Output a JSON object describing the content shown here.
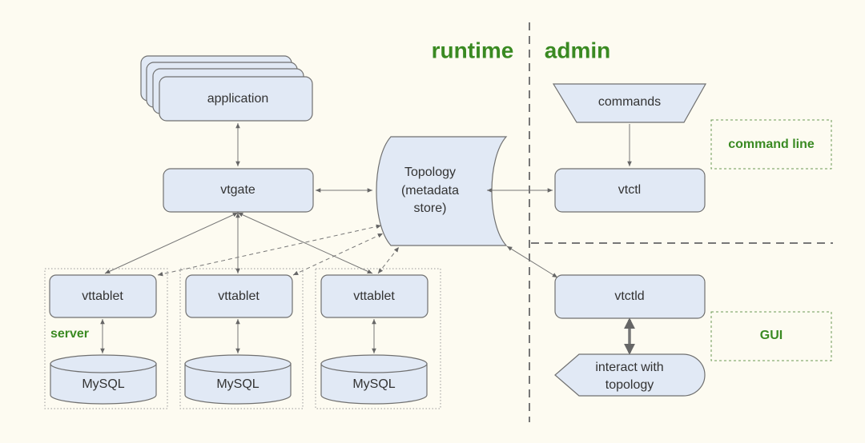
{
  "section_labels": {
    "runtime": "runtime",
    "admin": "admin"
  },
  "nodes": {
    "application": "application",
    "vtgate": "vtgate",
    "topology": [
      "Topology",
      "(metadata",
      "store)"
    ],
    "vttablet_1": "vttablet",
    "vttablet_2": "vttablet",
    "vttablet_3": "vttablet",
    "mysql_1": "MySQL",
    "mysql_2": "MySQL",
    "mysql_3": "MySQL",
    "server": "server",
    "commands": "commands",
    "vtctl": "vtctl",
    "vtctld": "vtctld",
    "interact": [
      "interact with",
      "topology"
    ],
    "command_line": "command line",
    "gui": "GUI"
  },
  "colors": {
    "background": "#fdfbf1",
    "box_fill": "#e1e9f5",
    "box_stroke": "#707070",
    "label_green": "#3a8a22"
  }
}
